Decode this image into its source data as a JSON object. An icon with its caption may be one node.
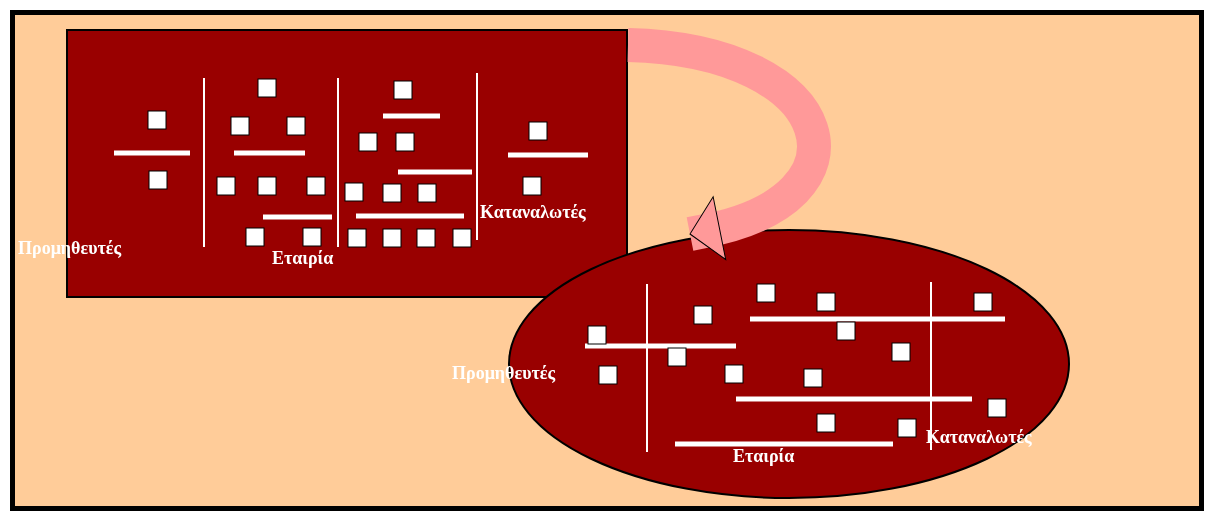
{
  "diagram": {
    "nodes": [
      {
        "text": [
          "Προμηθευτές",
          "Εταιρία",
          "Καταναλωτές"
        ]
      },
      {
        "text": [
          "Προμηθευτές",
          "Καταναλωτές",
          "Εταιρία"
        ]
      }
    ],
    "edges": [
      {
        "from": 0,
        "to": 1,
        "arrow": "to",
        "color": "#ff9999"
      }
    ]
  }
}
